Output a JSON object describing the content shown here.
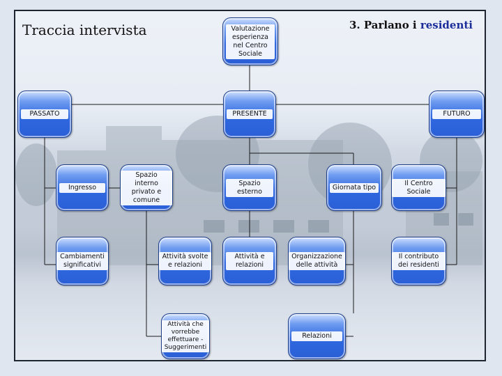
{
  "title": "Traccia intervista",
  "subtitle": {
    "prefix": "3. Parlano i ",
    "accent": "residenti"
  },
  "colors": {
    "node_fill": "#2f68e0",
    "accent": "#1b2e9a",
    "line": "#1a1a1a"
  },
  "nodes": {
    "valutazione": "Valutazione esperienza nel Centro Sociale",
    "passato": "PASSATO",
    "presente": "PRESENTE",
    "futuro": "FUTURO",
    "ingresso": "Ingresso",
    "spazio_interno": "Spazio interno privato e comune",
    "cambiamenti": "Cambiamenti significativi",
    "attivita_svolte": "Attività svolte e relazioni",
    "attivita_vorrebbe": "Attività che vorrebbe effettuare - Suggerimenti",
    "spazio_esterno": "Spazio esterno",
    "attivita_relazioni": "Attività e relazioni",
    "giornata_tipo": "Giornata tipo",
    "organizzazione": "Organizzazione delle attività",
    "relazioni": "Relazioni",
    "centro_sociale": "Il Centro Sociale",
    "contributo": "Il contributo dei residenti"
  }
}
